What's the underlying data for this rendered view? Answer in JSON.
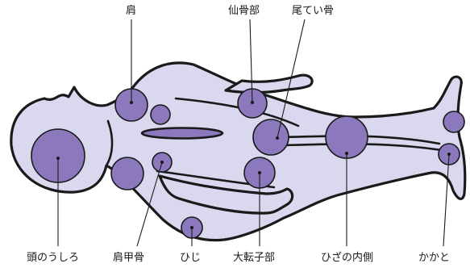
{
  "colors": {
    "body_fill": "#d9d8ee",
    "spot_fill": "#8c78bd",
    "outline": "#1a1a1a"
  },
  "labels": {
    "shoulder": "肩",
    "sacrum": "仙骨部",
    "coccyx": "尾てい骨",
    "back_of_head": "頭のうしろ",
    "scapula": "肩甲骨",
    "elbow": "ひじ",
    "greater_trochanter": "大転子部",
    "inner_knee": "ひざの内側",
    "heel": "かかと"
  }
}
